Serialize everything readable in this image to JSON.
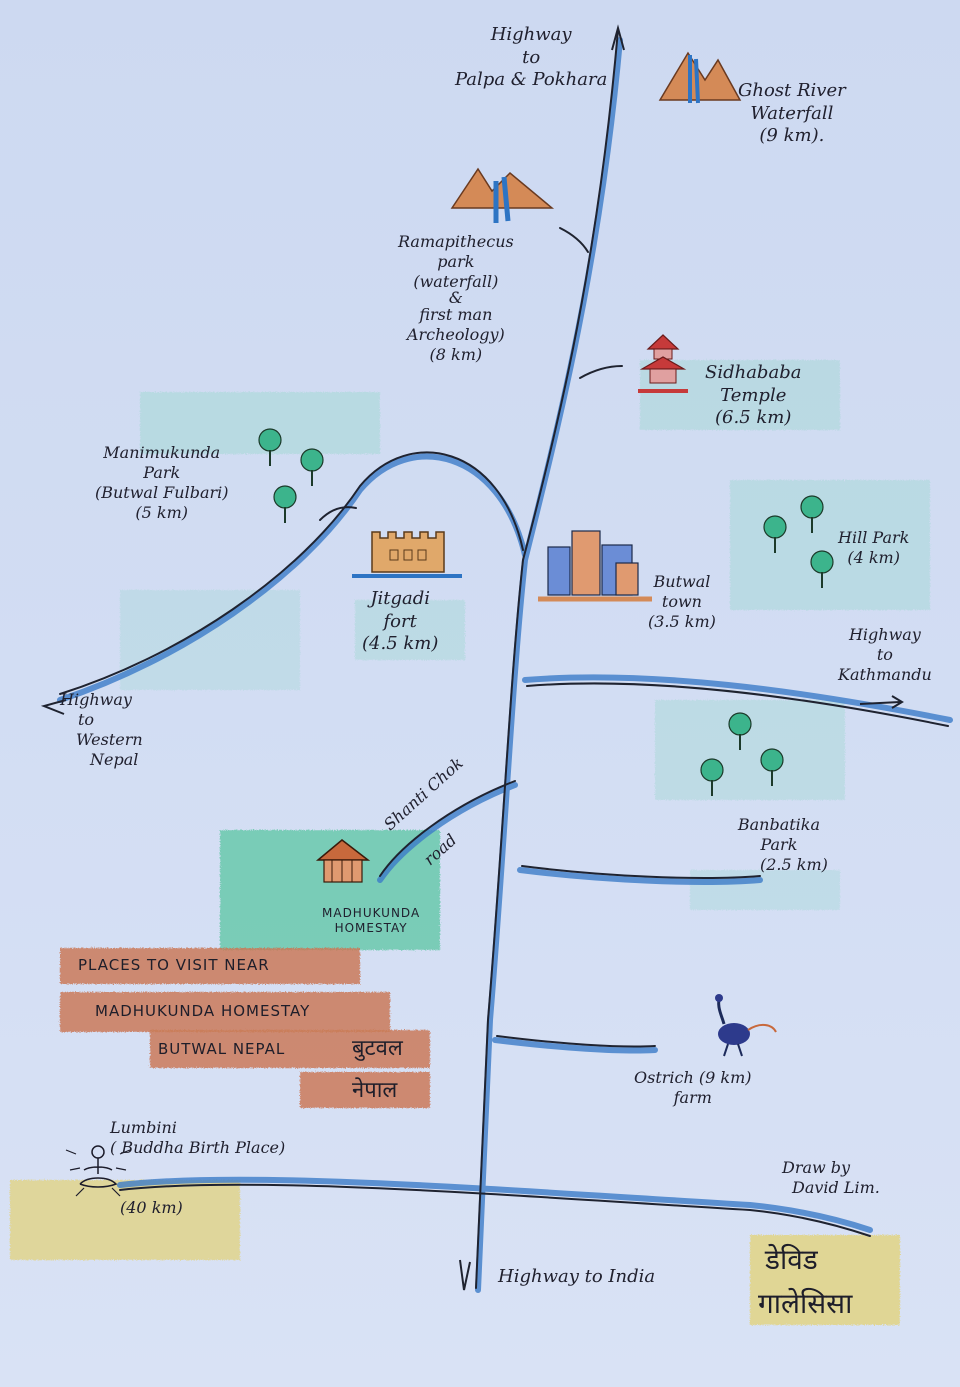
{
  "title": {
    "line1": "PLACES TO VISIT NEAR",
    "line2": "MADHUKUNDA HOMESTAY",
    "line3": "BUTWAL NEPAL",
    "nepali1": "बुटवल",
    "nepali2": "नेपाल"
  },
  "highways": {
    "north": [
      "Highway",
      "to",
      "Palpa & Pokhara"
    ],
    "west": [
      "Highway",
      "to",
      "Western",
      "Nepal"
    ],
    "east": [
      "Highway",
      "to",
      "Kathmandu"
    ],
    "south": "Highway to India"
  },
  "places": {
    "ghost_river": [
      "Ghost River",
      "Waterfall",
      "(9 km)."
    ],
    "ramapithecus": [
      "Ramapithecus",
      "park",
      "(waterfall)",
      "&",
      "first man",
      "Archeology)",
      "(8 km)"
    ],
    "siddhababa": [
      "Sidhababa",
      "Temple",
      "(6.5 km)"
    ],
    "manimukunda": [
      "Manimukunda",
      "Park",
      "(Butwal Fulbari)",
      "(5 km)"
    ],
    "jitgadi": [
      "Jitgadi",
      "fort",
      "(4.5 km)"
    ],
    "butwal_town": [
      "Butwal",
      "town",
      "(3.5 km)"
    ],
    "hill_park": [
      "Hill Park",
      "(4 km)"
    ],
    "banbatika": [
      "Banbatika",
      "Park",
      "(2.5 km)"
    ],
    "shanti_chok": [
      "Shanti Chok",
      "road"
    ],
    "homestay": [
      "MADHUKUNDA",
      "HOMESTAY"
    ],
    "ostrich": [
      "Ostrich (9 km)",
      "farm"
    ],
    "lumbini": [
      "Lumbini",
      "( Buddha Birth Place)",
      "(40 km)"
    ]
  },
  "signature": {
    "english": [
      "Draw by",
      "David Lim."
    ],
    "nepali": [
      "डेविड",
      "गालेसिसा"
    ]
  },
  "icons": [
    "mountain-waterfall-icon",
    "pagoda-temple-icon",
    "tree-icon",
    "fort-icon",
    "city-buildings-icon",
    "hut-icon",
    "ostrich-icon",
    "buddha-icon",
    "north-arrow-icon",
    "south-arrow-icon",
    "west-arrow-icon",
    "east-arrow-icon"
  ],
  "colors": {
    "paper": "#cdd9f1",
    "road_ink": "#1f2330",
    "road_blue": "#3c7cc8",
    "teal_crayon": "#8fd3cf",
    "orange_crayon": "#c8693c",
    "green_crayon": "#3cb48c",
    "yellow_crayon": "#e2cc5a"
  }
}
